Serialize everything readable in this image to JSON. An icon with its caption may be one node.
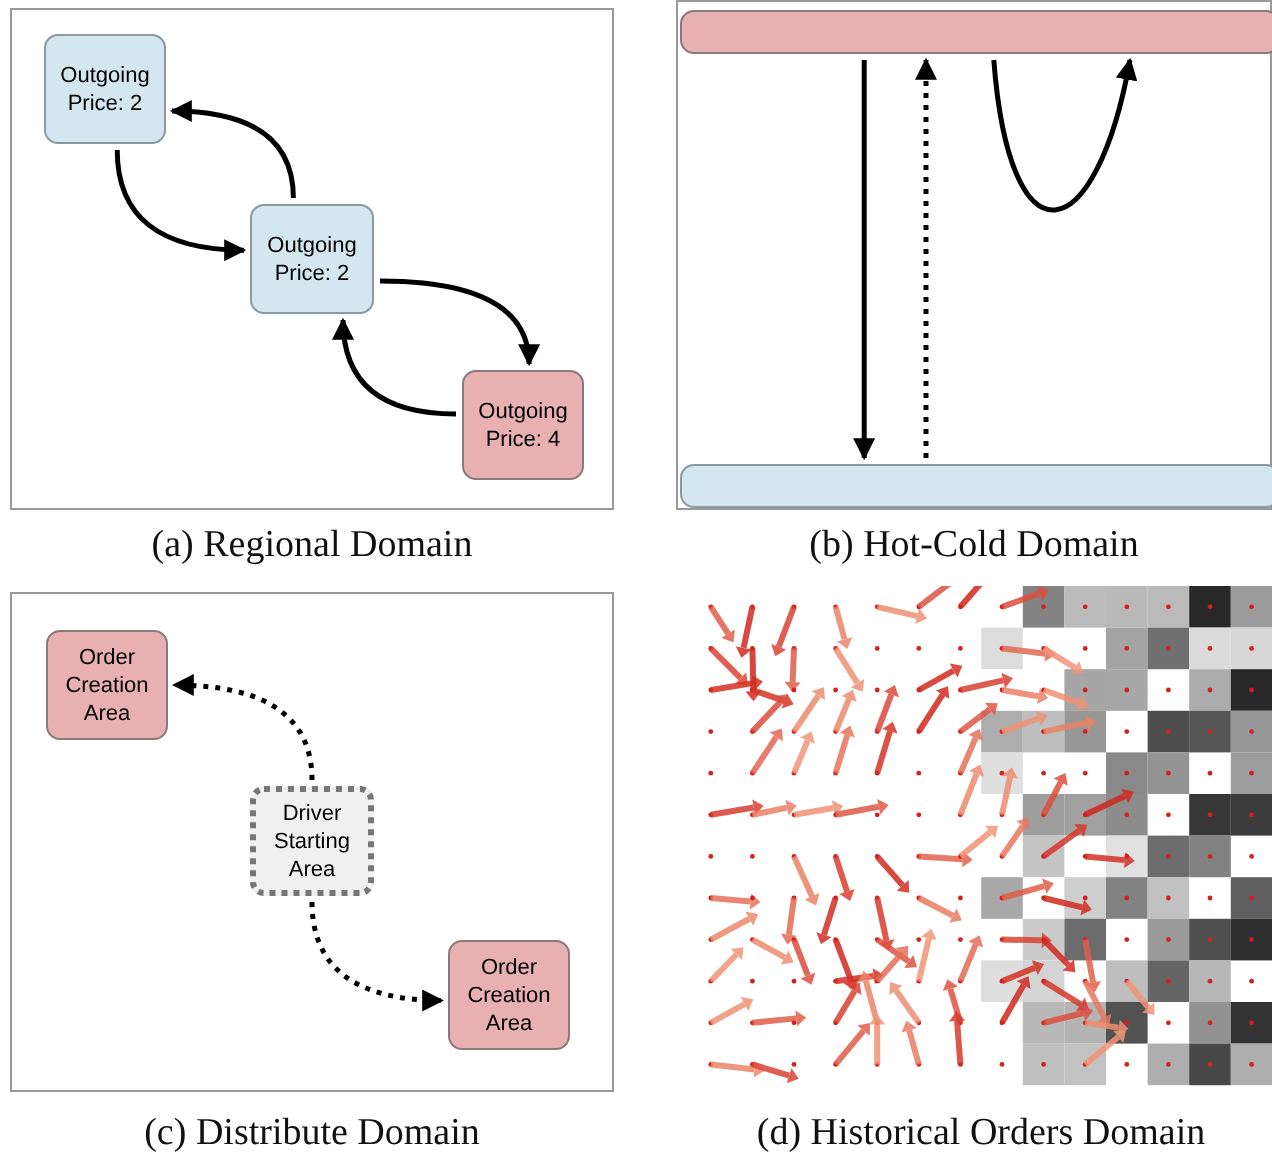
{
  "diagram": {
    "nodes": [
      {
        "text": [
          "(a) Regional Domain"
        ]
      },
      {
        "text": [
          "Outgoing Price: 2"
        ],
        "in": 0
      },
      {
        "text": [
          "Outgoing Price: 2"
        ],
        "in": 0
      },
      {
        "text": [
          "Outgoing Price: 4"
        ],
        "in": 0
      },
      {
        "text": [
          "(b) Hot-Cold Domain"
        ]
      },
      {
        "text": [],
        "shape": "bar",
        "in": 4
      },
      {
        "text": [],
        "shape": "bar",
        "in": 4
      },
      {
        "text": [
          "(c) Distribute Domain"
        ]
      },
      {
        "text": [
          "Order Creation Area"
        ],
        "in": 7
      },
      {
        "text": [
          "Driver Starting Area"
        ],
        "in": 7
      },
      {
        "text": [
          "Order Creation Area"
        ],
        "in": 7
      },
      {
        "text": [
          "(d) Historical Orders Domain"
        ]
      }
    ],
    "edges": [
      {
        "from": 1,
        "to": 2,
        "arrow": "to"
      },
      {
        "from": 2,
        "to": 1,
        "arrow": "to"
      },
      {
        "from": 2,
        "to": 3,
        "arrow": "to"
      },
      {
        "from": 3,
        "to": 2,
        "arrow": "to"
      },
      {
        "from": 5,
        "to": 6,
        "arrow": "to"
      },
      {
        "from": 6,
        "to": 5,
        "arrow": "to",
        "style": "dashed"
      },
      {
        "from": 5,
        "to": 5,
        "arrow": "to"
      },
      {
        "from": 9,
        "to": 8,
        "arrow": "to",
        "style": "dashed"
      },
      {
        "from": 9,
        "to": 10,
        "arrow": "to",
        "style": "dashed"
      }
    ]
  }
}
